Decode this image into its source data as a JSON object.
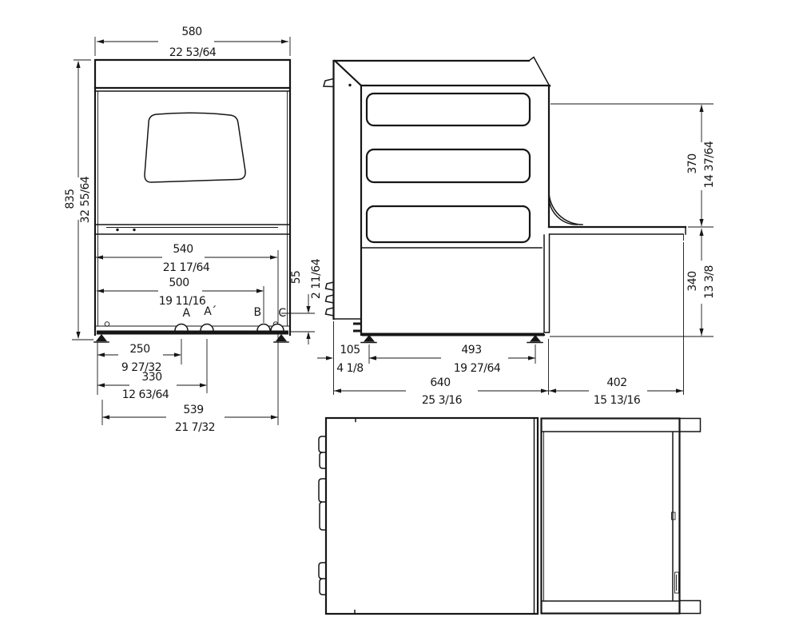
{
  "drawing": {
    "type": "technical-dimension-drawing",
    "colors": {
      "line": "#161616",
      "background": "#ffffff"
    },
    "views": {
      "front": {
        "dims": {
          "w580": {
            "mm": "580",
            "inch": "22 53/64"
          },
          "h835": {
            "mm": "835",
            "inch": "32 55/64"
          },
          "w540": {
            "mm": "540",
            "inch": "21 17/64"
          },
          "w500": {
            "mm": "500",
            "inch": "19 11/16"
          },
          "h55": {
            "mm": "55",
            "inch": "2 11/64"
          },
          "w250": {
            "mm": "250",
            "inch": "9 27/32"
          },
          "w330": {
            "mm": "330",
            "inch": "12 63/64"
          },
          "w539": {
            "mm": "539",
            "inch": "21 7/32"
          }
        },
        "connection_labels": {
          "a": "A",
          "a_prime": "A´",
          "b": "B",
          "c": "C"
        }
      },
      "side": {
        "dims": {
          "h370": {
            "mm": "370",
            "inch": "14 37/64"
          },
          "h340": {
            "mm": "340",
            "inch": "13 3/8"
          },
          "w105": {
            "mm": "105",
            "inch": "4 1/8"
          },
          "w493": {
            "mm": "493",
            "inch": "19 27/64"
          },
          "w640": {
            "mm": "640",
            "inch": "25 3/16"
          },
          "w402": {
            "mm": "402",
            "inch": "15 13/16"
          }
        }
      }
    }
  }
}
